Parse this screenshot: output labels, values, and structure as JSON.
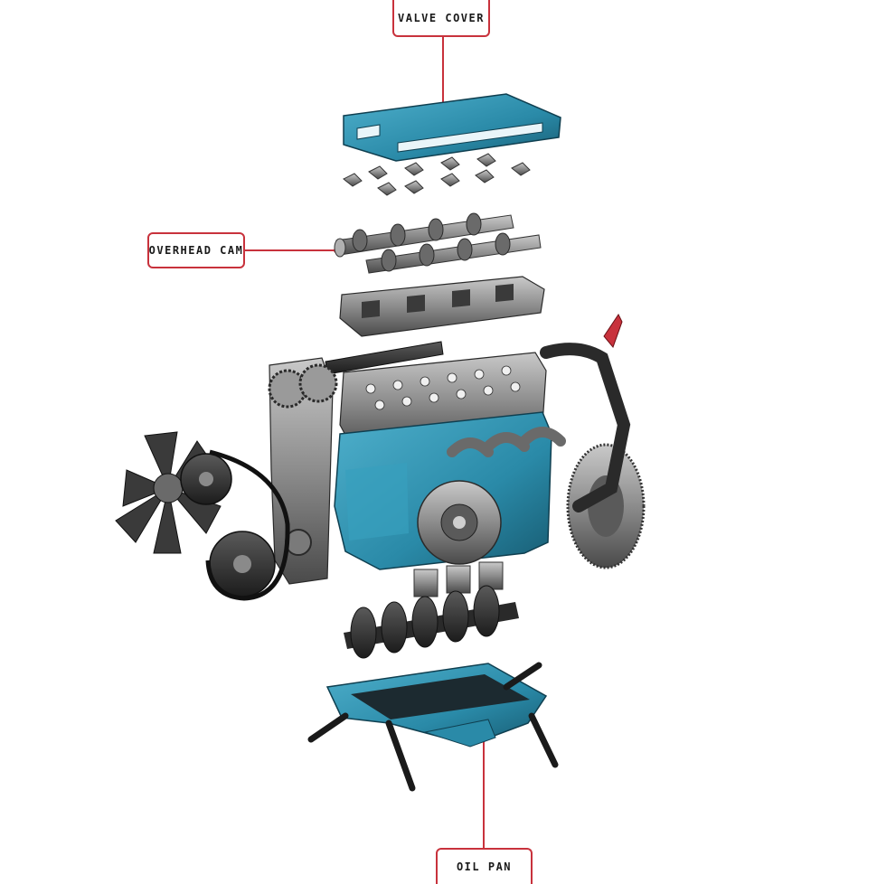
{
  "diagram": {
    "labels": {
      "valve_cover": "VALVE COVER",
      "overhead_cam": "OVERHEAD CAM",
      "oil_pan": "OIL PAN"
    },
    "colors": {
      "callout": "#c8323c",
      "engine_blue": "#2a8aa8",
      "engine_blue_dark": "#175a70",
      "metal": "#8c8c8c",
      "metal_dark": "#3c3c3c",
      "accent_red": "#c8323c"
    }
  }
}
